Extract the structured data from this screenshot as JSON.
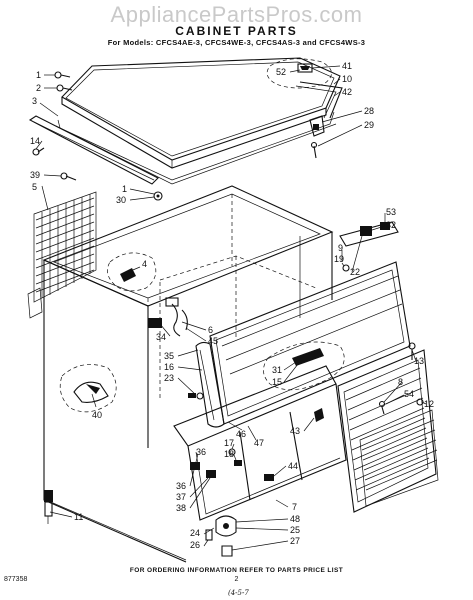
{
  "watermark": "AppliancePartsPros.com",
  "title": "CABINET PARTS",
  "models_line": "For Models: CFCS4AE-3, CFCS4WE-3, CFCS4AS-3 and CFCS4WS-3",
  "footer": "FOR ORDERING INFORMATION REFER TO PARTS PRICE LIST",
  "part_code": "877358",
  "page_number": "2",
  "hand_note": "(4-5-7",
  "callouts": {
    "c1": "1",
    "c2": "2",
    "c3": "3",
    "c14": "14",
    "c39": "39",
    "c5": "5",
    "c1b": "1",
    "c30": "30",
    "c41": "41",
    "c52": "52",
    "c10": "10",
    "c42": "42",
    "c28": "28",
    "c29": "29",
    "c53": "53",
    "c32": "32",
    "c4": "4",
    "c9": "9",
    "c19": "19",
    "c22": "22",
    "c6": "6",
    "c45": "45",
    "c34": "34",
    "c35": "35",
    "c16": "16",
    "c23": "23",
    "c31": "31",
    "c15": "15",
    "c13": "13",
    "c8": "8",
    "c54": "54",
    "c12": "12",
    "c40": "40",
    "c46": "46",
    "c47": "47",
    "c43": "43",
    "c17": "17",
    "c18": "18",
    "c36": "36",
    "c36b": "36",
    "c37": "37",
    "c38": "38",
    "c44": "44",
    "c11": "11",
    "c7": "7",
    "c48": "48",
    "c24": "24",
    "c25": "25",
    "c26": "26",
    "c27": "27"
  }
}
